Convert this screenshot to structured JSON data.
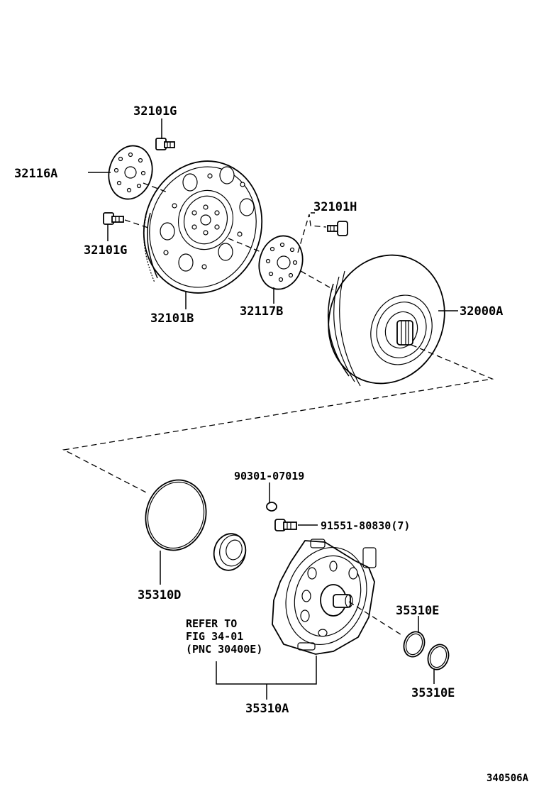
{
  "labels": {
    "p32101G_top": "32101G",
    "p32116A": "32116A",
    "p32101G_left": "32101G",
    "p32101B": "32101B",
    "p32117B": "32117B",
    "p32101H": "32101H",
    "p32000A": "32000A",
    "p90301": "90301-07019",
    "p91551": "91551-80830(7)",
    "p35310D": "35310D",
    "p35310E_top": "35310E",
    "p35310E_bottom": "35310E",
    "p35310A": "35310A"
  },
  "note": {
    "line1": "REFER TO",
    "line2": "FIG 34-01",
    "line3": "(PNC 30400E)"
  },
  "figure_code": "340506A"
}
